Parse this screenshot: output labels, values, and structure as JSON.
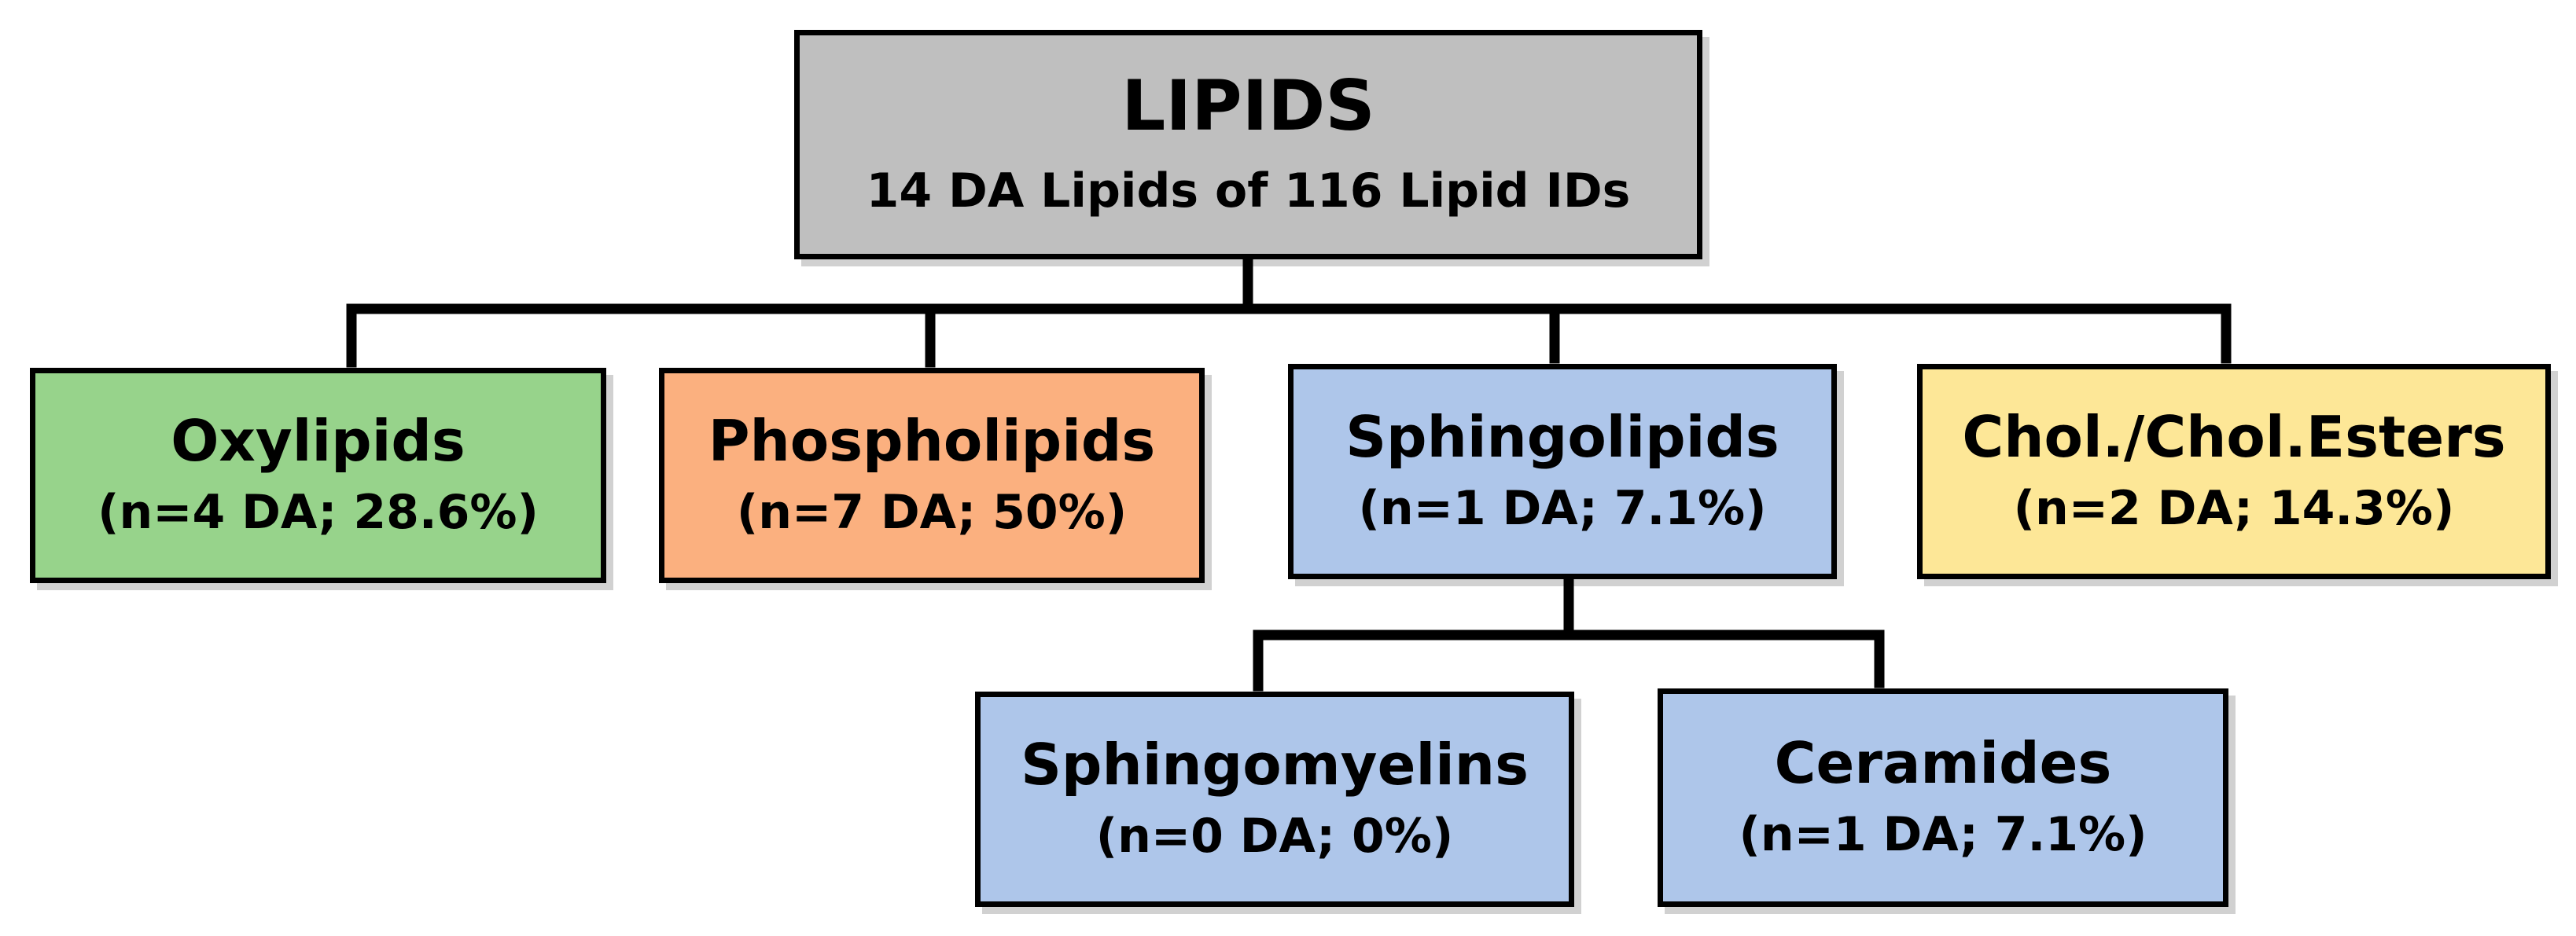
{
  "diagram": {
    "root": {
      "title": "LIPIDS",
      "subtitle": "14 DA Lipids of 116 Lipid IDs",
      "color": "#bfbfbf"
    },
    "classes": [
      {
        "id": "oxy",
        "title": "Oxylipids",
        "subtitle": "(n=4 DA; 28.6%)",
        "color": "#97d38b"
      },
      {
        "id": "phospho",
        "title": "Phospholipids",
        "subtitle": "(n=7 DA; 50%)",
        "color": "#fbb07f"
      },
      {
        "id": "sphingo",
        "title": "Sphingolipids",
        "subtitle": "(n=1 DA; 7.1%)",
        "color": "#aec6ea"
      },
      {
        "id": "chol",
        "title": "Chol./Chol.Esters",
        "subtitle": "(n=2 DA; 14.3%)",
        "color": "#fde797"
      }
    ],
    "subclasses": [
      {
        "id": "sphingomy",
        "title": "Sphingomyelins",
        "subtitle": "(n=0 DA; 0%)",
        "color": "#aec6ea"
      },
      {
        "id": "ceramides",
        "title": "Ceramides",
        "subtitle": "(n=1 DA; 7.1%)",
        "color": "#aec6ea"
      }
    ],
    "edges": [
      {
        "from": "LIPIDS",
        "to": "Oxylipids"
      },
      {
        "from": "LIPIDS",
        "to": "Phospholipids"
      },
      {
        "from": "LIPIDS",
        "to": "Sphingolipids"
      },
      {
        "from": "LIPIDS",
        "to": "Chol./Chol.Esters"
      },
      {
        "from": "Sphingolipids",
        "to": "Sphingomyelins"
      },
      {
        "from": "Sphingolipids",
        "to": "Ceramides"
      }
    ]
  }
}
